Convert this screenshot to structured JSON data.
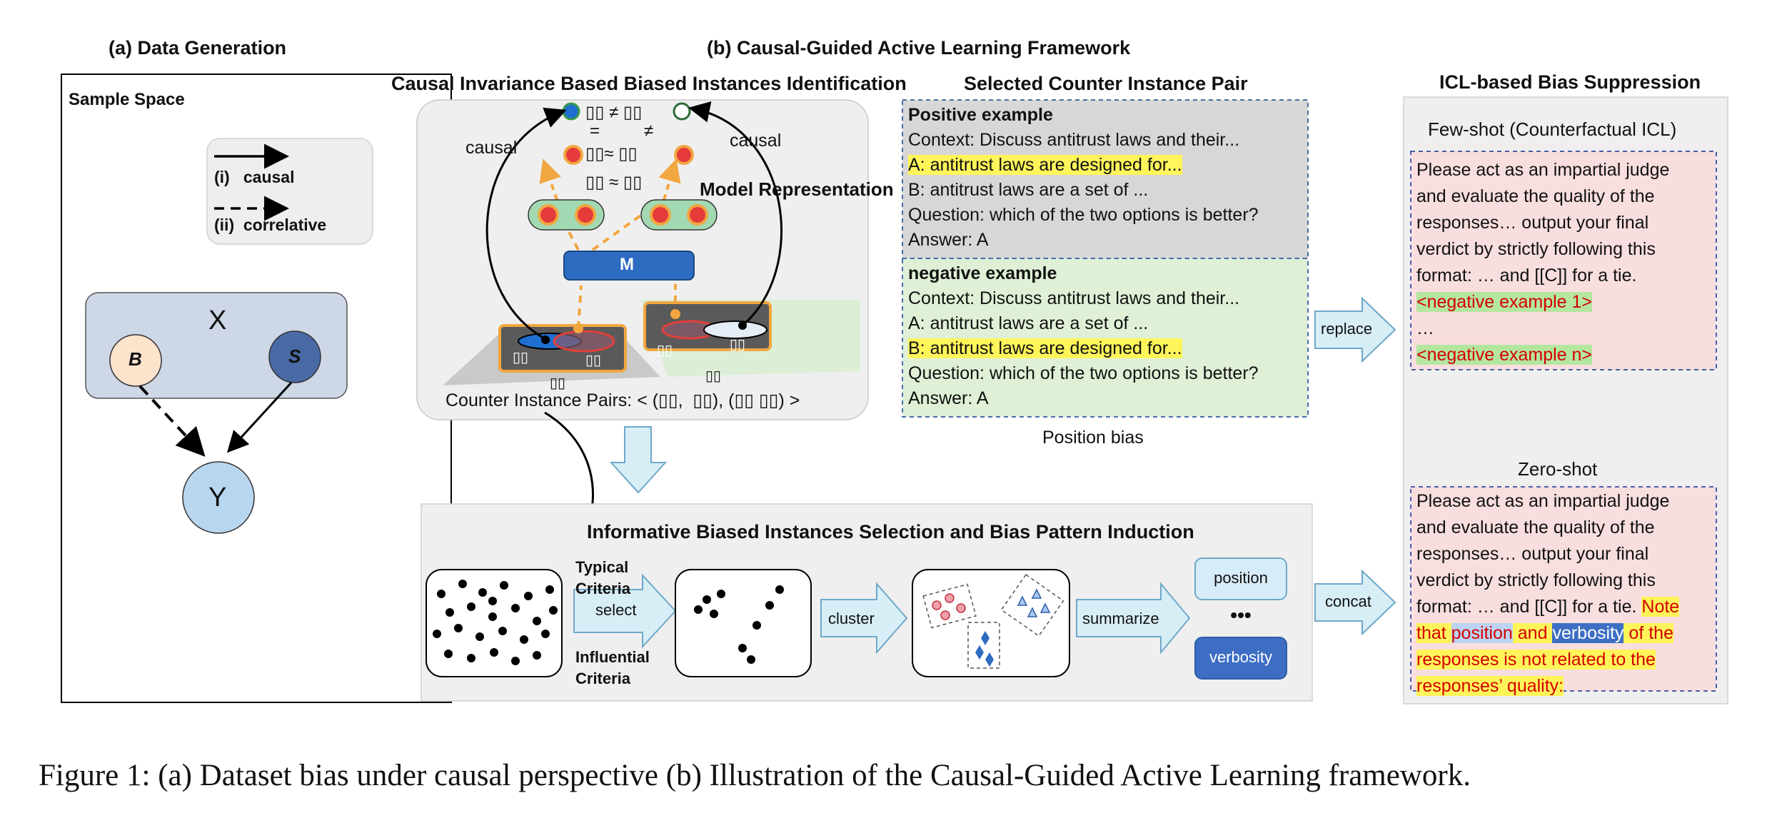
{
  "panel_a": {
    "title": "(a)  Data Generation",
    "sample_space": "Sample Space",
    "legend_causal": "(i)   causal",
    "legend_correlative": "(ii)  correlative",
    "node_x": "X",
    "node_b": "B",
    "node_s": "S",
    "node_y": "Y"
  },
  "panel_b": {
    "title": "(b)  Causal-Guided Active Learning Framework",
    "identification_title": "Causal Invariance Based Biased Instances Identification",
    "causal_left": "causal",
    "causal_right": "causal",
    "model_representation": "Model Representation",
    "model_label": "M",
    "counter_pairs": "Counter Instance Pairs: < (▯▯,  ▯▯), (▯▯ ▯▯) >",
    "sym_top": "▯▯ ≠  ▯▯",
    "sym_eq": "=",
    "sym_neq": "≠",
    "sym_approx1": "▯▯≈  ▯▯",
    "sym_approx2": "▯▯  ≈ ▯▯",
    "box_label1a": "▯▯",
    "box_label1b": "▯▯",
    "box_label2a": "▯▯",
    "box_label2b": "▯▯",
    "plane_label_left": "▯▯",
    "plane_label_right": "▯▯",
    "selection_title": "Informative Biased Instances Selection and Bias Pattern Induction",
    "typical_criteria": "Typical\nCriteria",
    "typical_1": "Typical",
    "typical_2": "Criteria",
    "influential_1": "Influential",
    "influential_2": "Criteria",
    "select": "select",
    "cluster": "cluster",
    "summarize": "summarize",
    "pattern_position": "position",
    "pattern_dots": "•••",
    "pattern_verbosity": "verbosity"
  },
  "counter_pair": {
    "title": "Selected Counter Instance Pair",
    "positive_heading": "Positive example",
    "positive_lines": [
      "Context: Discuss antitrust laws and their...",
      "A: antitrust laws are designed for...",
      "B: antitrust laws are a set of ...",
      "Question: which of the two options is better?",
      "Answer: A"
    ],
    "negative_heading": "negative example",
    "negative_lines": [
      "Context: Discuss antitrust laws and their...",
      "A: antitrust laws are a set of ...",
      "B: antitrust laws are designed for...",
      "Question: which of the two options is better?",
      "Answer: A"
    ],
    "bias_label": "Position bias"
  },
  "icl": {
    "title": "ICL-based Bias Suppression",
    "replace": "replace",
    "concat": "concat",
    "fewshot_title": "Few-shot (Counterfactual ICL)",
    "fewshot_lines": [
      "Please act as an impartial judge",
      "and evaluate the quality of the",
      "responses… output your final",
      "verdict by strictly following this",
      "format: … and [[C]] for a tie."
    ],
    "neg_example_1": "<negative example 1>",
    "ellipsis": "…",
    "neg_example_n": "<negative example n>",
    "zeroshot_title": "Zero-shot",
    "zeroshot_lines": [
      "Please act as an impartial judge",
      "and evaluate the quality of the",
      "responses… output your final",
      "verdict by strictly following this"
    ],
    "zs_line5_prefix": "format: … and [[C]] for a tie. ",
    "zs_note": "Note",
    "zs_that": "that ",
    "zs_position": "position",
    "zs_and": " and ",
    "zs_verbosity": "verbosity",
    "zs_ofthe": " of the",
    "zs_line7": "responses is not related to the",
    "zs_line8": "responses’ quality:"
  },
  "caption": "Figure 1: (a) Dataset bias under causal perspective (b) Illustration of the Causal-Guided Active Learning framework."
}
